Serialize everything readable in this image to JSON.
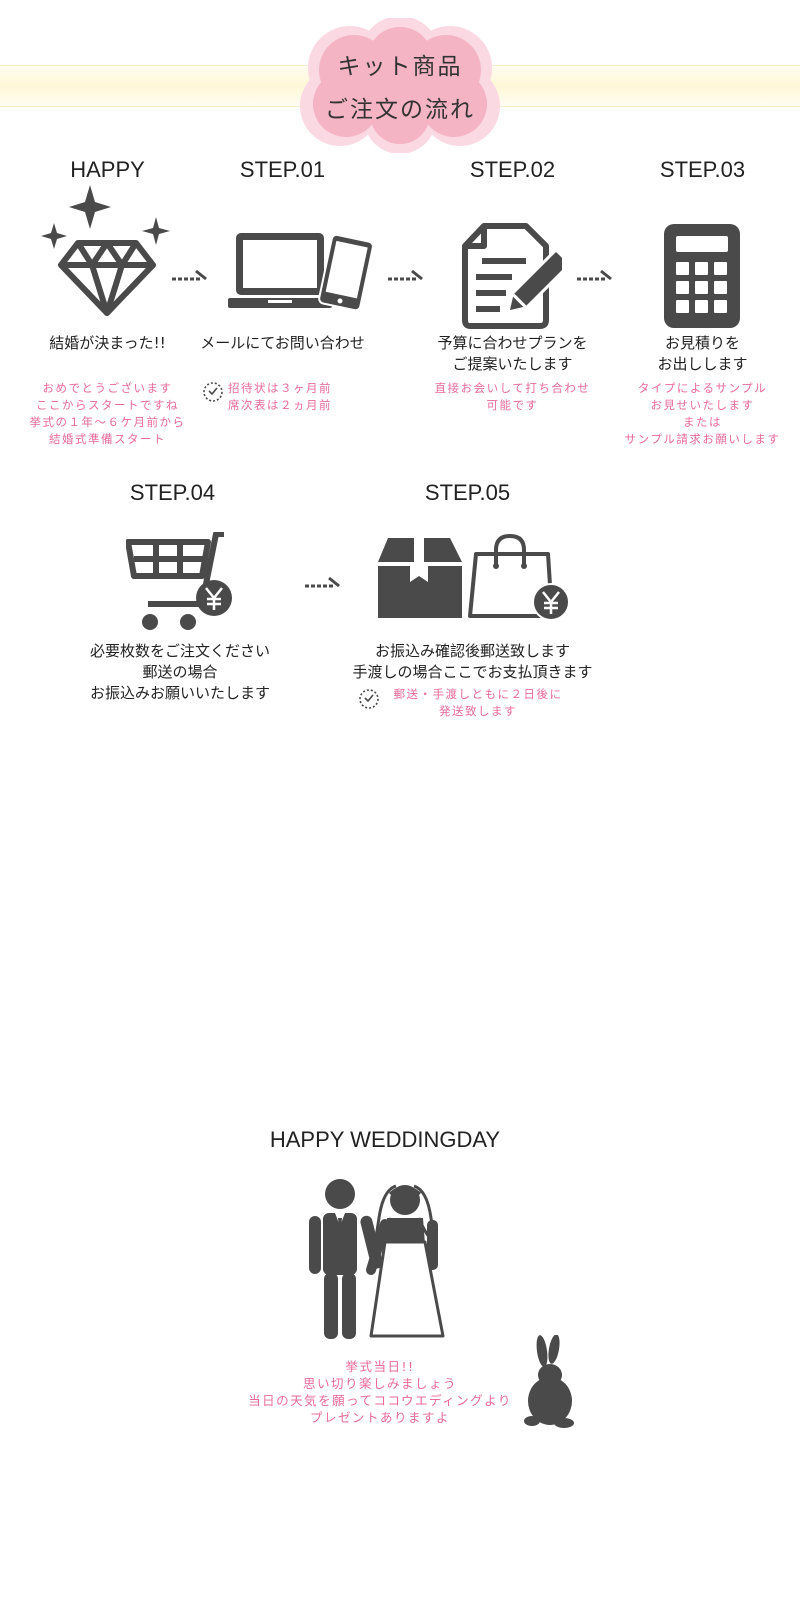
{
  "banner": {
    "line1": "キット商品",
    "line2": "ご注文の流れ"
  },
  "steps": [
    {
      "title": "HAPPY",
      "caption": "結婚が決まった!!",
      "notes": [
        "おめでとうございます",
        "ここからスタートですね",
        "挙式の１年～６ケ月前から",
        "結婚式準備スタート"
      ]
    },
    {
      "title": "STEP.01",
      "caption": "メールにてお問い合わせ",
      "notes": [
        "招待状は３ヶ月前",
        "席次表は２ヵ月前"
      ]
    },
    {
      "title": "STEP.02",
      "caption_lines": [
        "予算に合わせプランを",
        "ご提案いたします"
      ],
      "notes": [
        "直接お会いして打ち合わせ",
        "可能です"
      ]
    },
    {
      "title": "STEP.03",
      "caption_lines": [
        "お見積りを",
        "お出しします"
      ],
      "notes": [
        "タイプによるサンプル",
        "お見せいたします",
        "または",
        "サンプル請求お願いします"
      ]
    },
    {
      "title": "STEP.04",
      "caption_lines": [
        "必要枚数をご注文ください",
        "郵送の場合",
        "お振込みお願いいたします"
      ]
    },
    {
      "title": "STEP.05",
      "caption_lines": [
        "お振込み確認後郵送致します",
        "手渡しの場合ここでお支払頂きます"
      ],
      "notes": [
        "郵送・手渡しともに２日後に",
        "発送致します"
      ]
    }
  ],
  "wedding": {
    "title": "HAPPY WEDDINGDAY",
    "notes": [
      "挙式当日!!",
      "思い切り楽しみましょう",
      "当日の天気を願ってココウエディングより",
      "プレゼントありますよ"
    ]
  },
  "colors": {
    "icon": "#4a4a4a",
    "pink_text": "#e86b9a",
    "cloud_fill": "#f4b4c4",
    "cloud_border": "#fbd9e2",
    "strip": "#fff7d6"
  }
}
